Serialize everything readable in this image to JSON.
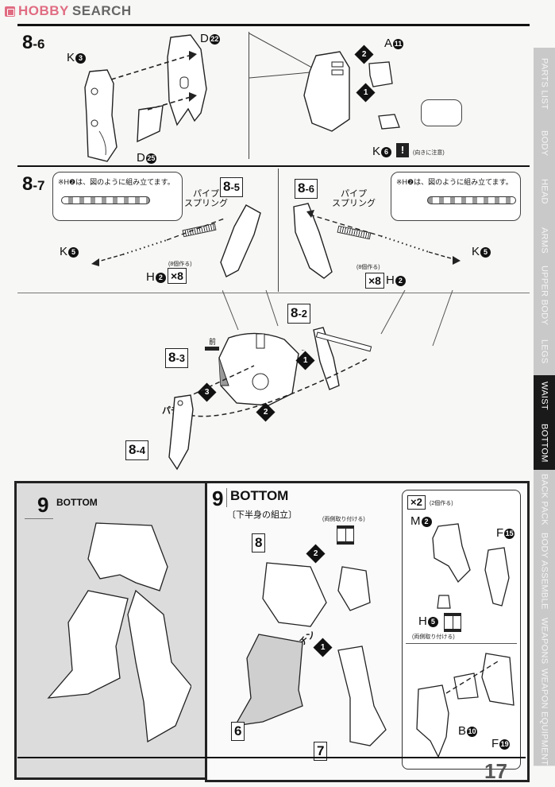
{
  "header": {
    "brand_hobby": "HOBBY",
    "brand_search": "SEARCH",
    "logo_icon": "hobbysearch-logo-icon"
  },
  "page_number": "17",
  "side_tabs": [
    {
      "label": "PARTS LIST",
      "active": false
    },
    {
      "label": "BODY",
      "active": false
    },
    {
      "label": "HEAD",
      "active": false
    },
    {
      "label": "ARMS",
      "active": false
    },
    {
      "label": "UPPER BODY",
      "active": false
    },
    {
      "label": "LEGS",
      "active": false
    },
    {
      "label": "WAIST",
      "active": true
    },
    {
      "label": "BOTTOM",
      "active": true
    },
    {
      "label": "BACK PACK",
      "active": false
    },
    {
      "label": "BODY ASSEMBLE",
      "active": false
    },
    {
      "label": "WEAPONS",
      "active": false
    },
    {
      "label": "WEAPON EQUIPMENT",
      "active": false
    }
  ],
  "step_8_6": {
    "num_big": "8",
    "num_small": "-6",
    "parts": {
      "k3": {
        "letter": "K",
        "num": "3"
      },
      "d22": {
        "letter": "D",
        "num": "22"
      },
      "d25": {
        "letter": "D",
        "num": "25"
      },
      "a11": {
        "letter": "A",
        "num": "11"
      },
      "k6": {
        "letter": "K",
        "num": "6"
      }
    },
    "order_1": "1",
    "order_2": "2",
    "caution_icon": "!",
    "caution_note": "(向きに注意)"
  },
  "step_8_7": {
    "num_big": "8",
    "num_small": "-7",
    "callout_note": "※H❷は、図のように組み立てます。",
    "left": {
      "ref_big": "8",
      "ref_small": "-5",
      "pipe_label_1": "パイプ",
      "pipe_label_2": "スプリング",
      "k5": {
        "letter": "K",
        "num": "5"
      },
      "h2": {
        "letter": "H",
        "num": "2"
      },
      "make_note": "(8個作る)",
      "multiplier": "×8"
    },
    "right": {
      "ref_big": "8",
      "ref_small": "-6",
      "pipe_label_1": "パイプ",
      "pipe_label_2": "スプリング",
      "k5": {
        "letter": "K",
        "num": "5"
      },
      "h2": {
        "letter": "H",
        "num": "2"
      },
      "make_note": "(8個作る)",
      "multiplier": "×8"
    }
  },
  "assembly_8": {
    "ref_8_2": {
      "big": "8",
      "small": "-2"
    },
    "ref_8_3": {
      "big": "8",
      "small": "-3"
    },
    "ref_8_4": {
      "big": "8",
      "small": "-4"
    },
    "front_label": "前",
    "snap_label": "パチン",
    "order": [
      "1",
      "2",
      "3"
    ]
  },
  "step_9_preview": {
    "num": "9",
    "title": "BOTTOM"
  },
  "step_9": {
    "num": "9",
    "title": "BOTTOM",
    "subtitle": "〔下半身の組立〕",
    "both_sides_note": "(両側取り付ける)",
    "ref_8": "8",
    "ref_6": "6",
    "ref_7": "7",
    "snap_label": "パチン",
    "order_1": "1",
    "order_2": "2",
    "sub_assembly": {
      "multiplier": "×2",
      "make_note": "(2個作る)",
      "m2": {
        "letter": "M",
        "num": "2"
      },
      "f15": {
        "letter": "F",
        "num": "15"
      },
      "h5": {
        "letter": "H",
        "num": "5"
      },
      "both_sides_note": "(両側取り付ける)",
      "b10": {
        "letter": "B",
        "num": "10"
      },
      "f19": {
        "letter": "F",
        "num": "19"
      }
    }
  },
  "colors": {
    "brand_pink": "#e06c82",
    "tab_inactive": "#c9c9c9",
    "tab_active": "#1a1a1a",
    "panel_gray": "#dcdcdc"
  }
}
